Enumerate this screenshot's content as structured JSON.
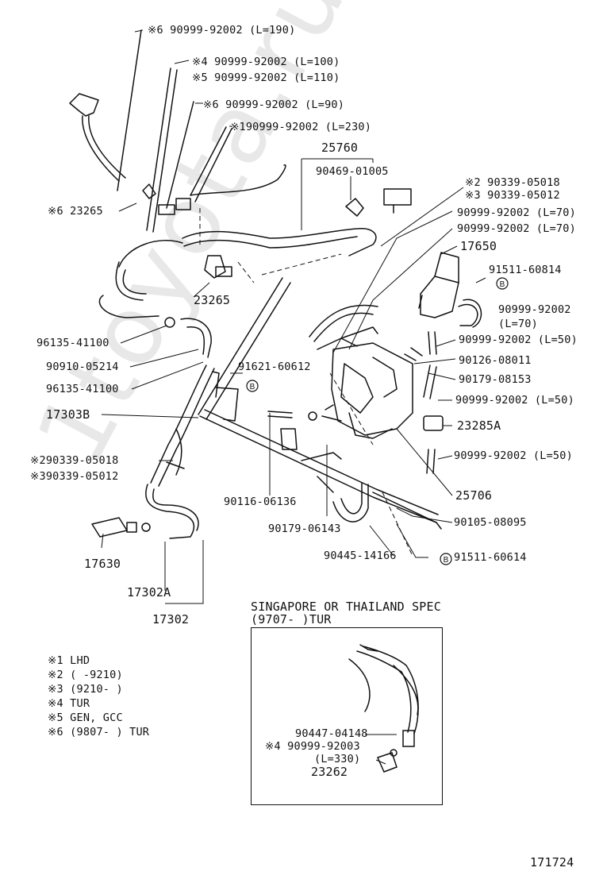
{
  "watermark": "1toyota.ru",
  "labels": {
    "top_190": "※6  90999-92002 (L=190)",
    "top_100": "※4 90999-92002 (L=100)",
    "top_110": "※5 90999-92002 (L=110)",
    "top_90": "※6 90999-92002  (L=90)",
    "top_230": "※190999-92002 (L=230)",
    "p25760": "25760",
    "p90469": "90469-01005",
    "r_05018": "※2 90339-05018",
    "r_05012": "※3 90339-05012",
    "r_70a": "90999-92002 (L=70)",
    "r_70b": "90999-92002 (L=70)",
    "p17650": "17650",
    "p91511_60814": "91511-60814",
    "r_70c_1": "90999-92002",
    "r_70c_2": "(L=70)",
    "r_50a": "90999-92002 (L=50)",
    "p90126": "90126-08011",
    "p90179_08153": "90179-08153",
    "r_50b": "90999-92002 (L=50)",
    "p23285A": "23285A",
    "r_50c": "90999-92002 (L=50)",
    "p25706": "25706",
    "p90105": "90105-08095",
    "p91511_60614": "91511-60614",
    "p90445": "90445-14166",
    "p90179_06143": "90179-06143",
    "p90116": "90116-06136",
    "p91621": "91621-60612",
    "l_23265a": "※6 23265",
    "l_23265b": "23265",
    "l_96135a": "96135-41100",
    "l_90910": "90910-05214",
    "l_96135b": "96135-41100",
    "l_17303B": "17303B",
    "l_05018": "※290339-05018",
    "l_05012": "※390339-05012",
    "l_17630": "17630",
    "l_17302A": "17302A",
    "l_17302": "17302",
    "b_mark1": "B",
    "b_mark2": "B",
    "b_mark3": "B"
  },
  "inset": {
    "title1": "SINGAPORE OR THAILAND SPEC",
    "title2": "(9707-      )TUR",
    "p90447": "90447-04148",
    "p90999_92003": "※4  90999-92003",
    "l330": "(L=330)",
    "p23262": "23262"
  },
  "legend": [
    "※1 LHD",
    "※2 (      -9210)",
    "※3 (9210-      )",
    "※4 TUR",
    "※5 GEN, GCC",
    "※6  (9807-      ) TUR"
  ],
  "figure_number": "171724"
}
